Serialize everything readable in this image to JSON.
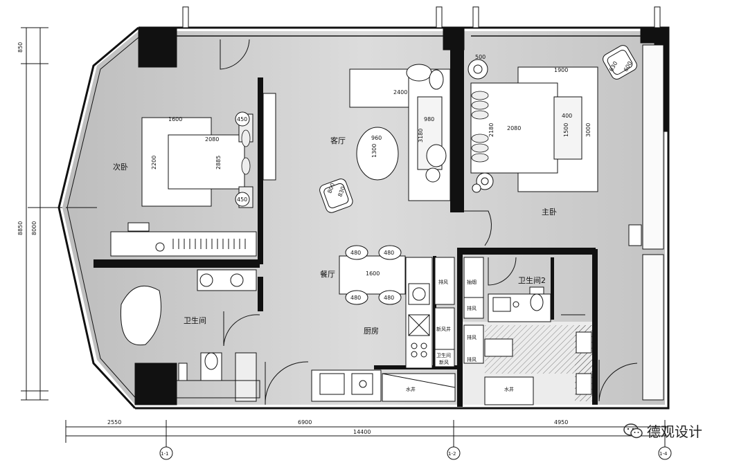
{
  "rooms": {
    "living": "客厅",
    "master_bedroom": "主卧",
    "second_bedroom": "次卧",
    "bathroom": "卫生间",
    "bathroom2": "卫生间2",
    "dining": "餐厅",
    "kitchen": "厨房"
  },
  "utility_labels": {
    "exhaust_a": "排风",
    "exhaust_b": "排风",
    "exhaust_c": "排风",
    "exhaust_d": "排风",
    "smoke_exhaust": "抽烟",
    "fresh_air_shaft": "新风井",
    "fresh_air": "新风",
    "bathroom_fresh_air": "卫生间",
    "water_shaft_a": "水井",
    "water_shaft_b": "水井"
  },
  "dimensions": {
    "left_850": "850",
    "left_8850": "8850",
    "left_8000": "8000",
    "bottom_2550": "2550",
    "bottom_6900": "6900",
    "bottom_14400": "14400",
    "bottom_4950": "4950",
    "bed2_1600": "1600",
    "bed2_2080": "2080",
    "bed2_2200": "2200",
    "bed2_2885": "2885",
    "nightstand_450a": "450",
    "nightstand_450b": "450",
    "sofa_2400": "2400",
    "sofa_980": "980",
    "sofa_3180": "3180",
    "table_960": "960",
    "table_1300": "1300",
    "chair_800": "800",
    "chair_830": "830",
    "master_500": "500",
    "master_1900": "1900",
    "master_2180": "2180",
    "master_2080": "2080",
    "master_400": "400",
    "master_1500": "1500",
    "master_3000": "3000",
    "armchair_630": "630",
    "armchair_600": "600",
    "dining_480a": "480",
    "dining_480b": "480",
    "dining_480c": "480",
    "dining_480d": "480",
    "dining_1600": "1600"
  },
  "grid_axes": [
    "1-1",
    "1-2",
    "1-4"
  ],
  "watermark": "德观设计",
  "watermark_icon": "wechat-icon",
  "colors": {
    "floor": "#d0d0d0",
    "wall": "#111111",
    "hatch": "#555555"
  }
}
